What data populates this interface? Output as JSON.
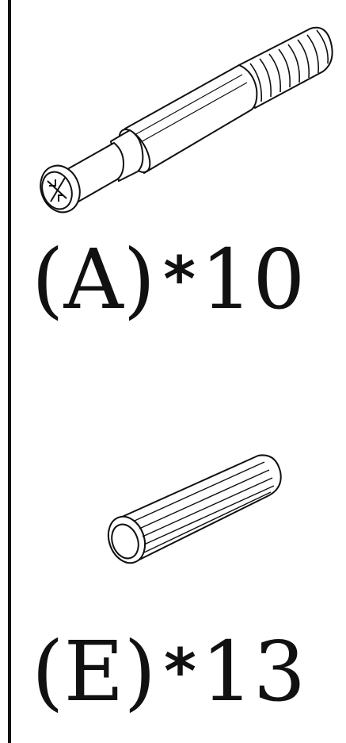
{
  "parts": [
    {
      "id": "A",
      "label": "(A)",
      "separator": "*",
      "quantity": "10",
      "icon": "cam-bolt-icon"
    },
    {
      "id": "E",
      "label": "(E)",
      "separator": "*",
      "quantity": "13",
      "icon": "wooden-dowel-icon"
    }
  ],
  "colors": {
    "ink": "#111111",
    "paper": "#ffffff"
  }
}
